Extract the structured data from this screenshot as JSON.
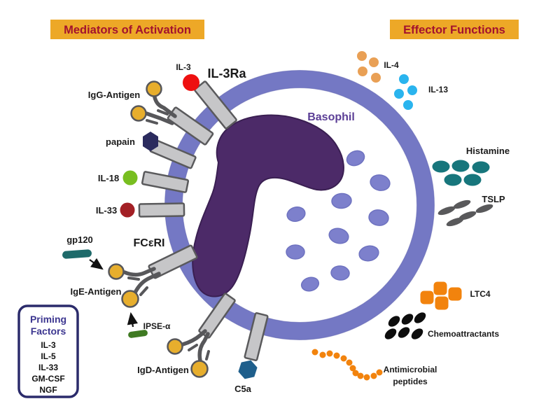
{
  "banners": {
    "mediators": "Mediators of Activation",
    "effectors": "Effector Functions"
  },
  "cell": {
    "label": "Basophil"
  },
  "mediators": {
    "il3": {
      "label": "IL-3",
      "color": "#ee1010"
    },
    "il3ra": {
      "label": "IL-3Ra"
    },
    "igg": {
      "label": "IgG-Antigen",
      "antigen_color": "#e7ae2d"
    },
    "papain": {
      "label": "papain",
      "color": "#2b2b5e"
    },
    "il18": {
      "label": "IL-18",
      "color": "#78be20"
    },
    "il33": {
      "label": "IL-33",
      "color": "#a32025"
    },
    "gp120": {
      "label": "gp120",
      "color": "#1e6a6a"
    },
    "fceri": {
      "label": "FCεRI"
    },
    "ige": {
      "label": "IgE-Antigen",
      "antigen_color": "#e7ae2d"
    },
    "ipse": {
      "label": "IPSE-α",
      "color": "#3f7a22"
    },
    "igd": {
      "label": "IgD-Antigen",
      "antigen_color": "#e7ae2d"
    },
    "c5a": {
      "label": "C5a",
      "color": "#1f5f8c"
    }
  },
  "effectors": {
    "il4": {
      "label": "IL-4",
      "count": 4,
      "color": "#e9a055"
    },
    "il13": {
      "label": "IL-13",
      "count": 4,
      "color": "#2ab4ee"
    },
    "histamine": {
      "label": "Histamine",
      "count": 5,
      "color": "#17767c"
    },
    "tslp": {
      "label": "TSLP",
      "count": 5,
      "color": "#59595b"
    },
    "ltc4": {
      "label": "LTC4",
      "count": 4,
      "color": "#f2830d"
    },
    "chemoattractants": {
      "label": "Chemoattractants",
      "count": 6,
      "color": "#0d0d0d"
    },
    "antimicrobial": {
      "label_lines": [
        "Antimicrobial",
        "peptides"
      ],
      "bead_count": 12,
      "color": "#f2830d"
    }
  },
  "priming": {
    "title_lines": [
      "Priming",
      "Factors"
    ],
    "items": [
      "IL-3",
      "IL-5",
      "IL-33",
      "GM-CSF",
      "NGF"
    ]
  },
  "counts": {
    "receptors": 8,
    "granules": 10
  },
  "theme": {
    "banner_bg": "#eda827",
    "banner_text": "#a3122e",
    "membrane": "#7478c4",
    "granule": "#7d80cc",
    "nucleus": "#4c2a68",
    "basophil_text": "#5b3e96",
    "receptor_fill": "#c6c6c8",
    "antibody": "#57575a",
    "priming_border": "#2b2b6b",
    "priming_title": "#3c3690"
  }
}
